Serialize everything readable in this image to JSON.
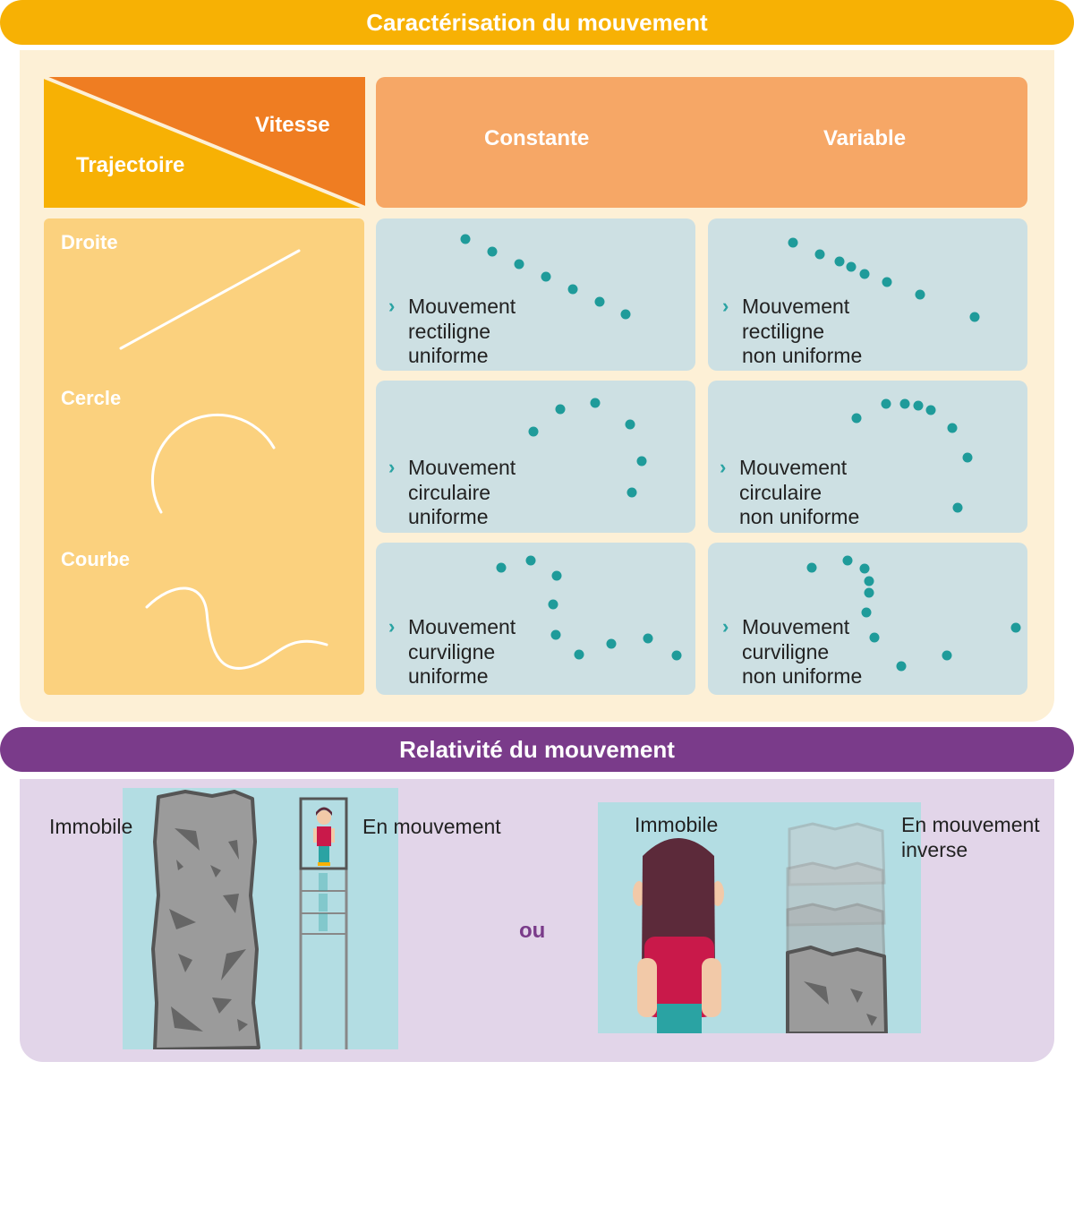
{
  "section1": {
    "title": "Caractérisation du mouvement",
    "corner": {
      "vitesse": "Vitesse",
      "trajectoire": "Trajectoire"
    },
    "columns": [
      "Constante",
      "Variable"
    ],
    "rows": [
      "Droite",
      "Cercle",
      "Courbe"
    ],
    "cells": {
      "rect_uni": [
        "Mouvement",
        "rectiligne",
        "uniforme"
      ],
      "rect_var": [
        "Mouvement",
        "rectiligne",
        "non uniforme"
      ],
      "circ_uni": [
        "Mouvement",
        "circulaire",
        "uniforme"
      ],
      "circ_var": [
        "Mouvement",
        "circulaire",
        "non uniforme"
      ],
      "curv_uni": [
        "Mouvement",
        "curviligne",
        "uniforme"
      ],
      "curv_var": [
        "Mouvement",
        "curviligne",
        "non uniforme"
      ]
    }
  },
  "section2": {
    "title": "Relativité du mouvement",
    "left": {
      "still": "Immobile",
      "moving": "En mouvement"
    },
    "separator": "ou",
    "right": {
      "still": "Immobile",
      "moving_line1": "En mouvement",
      "moving_line2": "inverse"
    }
  },
  "colors": {
    "yellow": "#f7b104",
    "orange": "#ef7d22",
    "purple": "#7a3b8a",
    "teal_dot": "#1f9b9a",
    "cell_bg": "#cde0e3",
    "sky": "#b3dde3"
  }
}
